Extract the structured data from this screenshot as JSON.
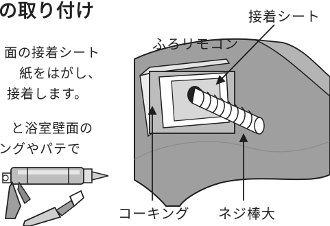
{
  "title": "の取り付け",
  "body_lines": [
    "面の接着シート",
    "紙をはがし、",
    "接着します。",
    "と浴室壁面の",
    "ングやパテで"
  ],
  "labels": {
    "adhesive_sheet": "接着シート",
    "remote_control": "ふろリモコン",
    "caulking": "コーキング",
    "screw": "ネジ棒大"
  }
}
